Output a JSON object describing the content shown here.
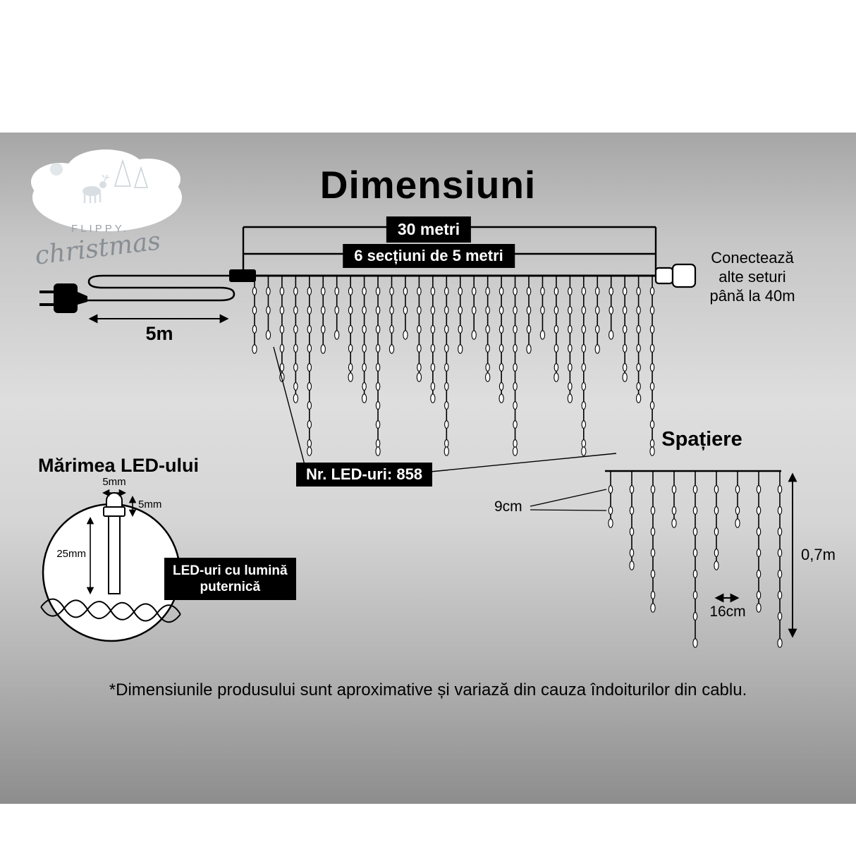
{
  "colors": {
    "ink": "#000000",
    "badge_bg": "#000000",
    "badge_text": "#ffffff",
    "stage_gray": "#c6c6c6"
  },
  "logo": {
    "brand": "FLIPPY.",
    "script": "christmas"
  },
  "title": "Dimensiuni",
  "curtain": {
    "total_length": "30 metri",
    "sections": "6 secțiuni de 5 metri",
    "lead_length": "5m",
    "led_count": "Nr. LED-uri: 858",
    "connect_note": {
      "lines": [
        "Conectează",
        "alte seturi",
        "până la 40m"
      ]
    }
  },
  "spacing": {
    "heading": "Spațiere",
    "led_gap": "9cm",
    "strand_gap": "16cm",
    "drop_length": "0,7m"
  },
  "led_size": {
    "heading": "Mărimea LED-ului",
    "cap_width": "5mm",
    "lens_height": "5mm",
    "body_length": "25mm",
    "note": {
      "lines": [
        "LED-uri cu lumină",
        "puternică"
      ]
    }
  },
  "footer": "*Dimensiunile produsului sunt aproximative și variază din cauza îndoiturilor din cablu."
}
